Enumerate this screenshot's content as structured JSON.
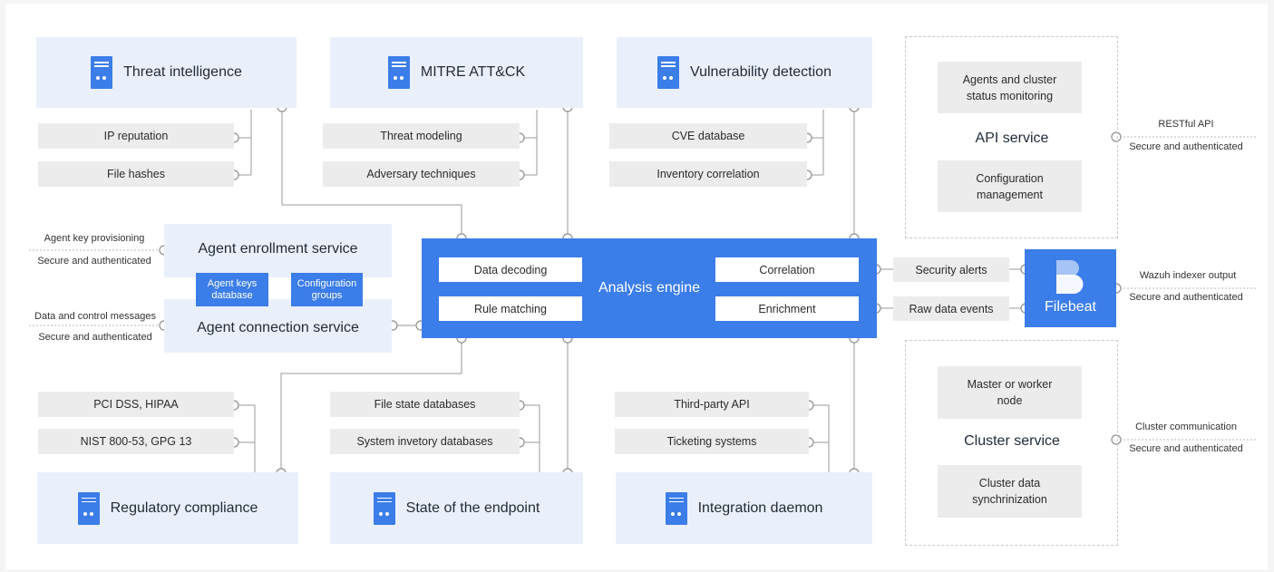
{
  "colors": {
    "accent": "#3b7de9",
    "module_bg": "#e9f0fb",
    "gray_box": "#ececec",
    "line": "#9a9a9a"
  },
  "modules": {
    "threat_intelligence": "Threat intelligence",
    "mitre": "MITRE ATT&CK",
    "vulnerability_detection": "Vulnerability detection",
    "regulatory_compliance": "Regulatory compliance",
    "state_of_endpoint": "State of the endpoint",
    "integration_daemon": "Integration daemon"
  },
  "sub": {
    "ip_reputation": "IP reputation",
    "file_hashes": "File hashes",
    "threat_modeling": "Threat modeling",
    "adversary_techniques": "Adversary techniques",
    "cve_database": "CVE database",
    "inventory_correlation": "Inventory correlation",
    "pci_hipaa": "PCI DSS, HIPAA",
    "nist_gpg": "NIST 800-53, GPG 13",
    "file_state_db": "File state databases",
    "system_inventory_db": "System invetory databases",
    "third_party_api": "Third-party API",
    "ticketing": "Ticketing systems"
  },
  "agent": {
    "enrollment": "Agent enrollment service",
    "connection": "Agent connection service",
    "keys_db_line1": "Agent keys",
    "keys_db_line2": "database",
    "config_groups_line1": "Configuration",
    "config_groups_line2": "groups",
    "key_provisioning": "Agent key provisioning",
    "secure_auth": "Secure and authenticated",
    "data_control": "Data and control messages"
  },
  "engine": {
    "title": "Analysis engine",
    "data_decoding": "Data decoding",
    "rule_matching": "Rule matching",
    "correlation": "Correlation",
    "enrichment": "Enrichment"
  },
  "filebeat": {
    "name": "Filebeat",
    "security_alerts": "Security alerts",
    "raw_events": "Raw data events",
    "indexer_output": "Wazuh indexer output",
    "secure_auth": "Secure and authenticated"
  },
  "api": {
    "title": "API service",
    "status_line1": "Agents and cluster",
    "status_line2": "status monitoring",
    "config_line1": "Configuration",
    "config_line2": "management",
    "restful": "RESTful API",
    "secure_auth": "Secure and authenticated"
  },
  "cluster": {
    "title": "Cluster service",
    "node_line1": "Master or worker",
    "node_line2": "node",
    "sync_line1": "Cluster data",
    "sync_line2": "synchrinization",
    "communication": "Cluster communication",
    "secure_auth": "Secure and authenticated"
  }
}
